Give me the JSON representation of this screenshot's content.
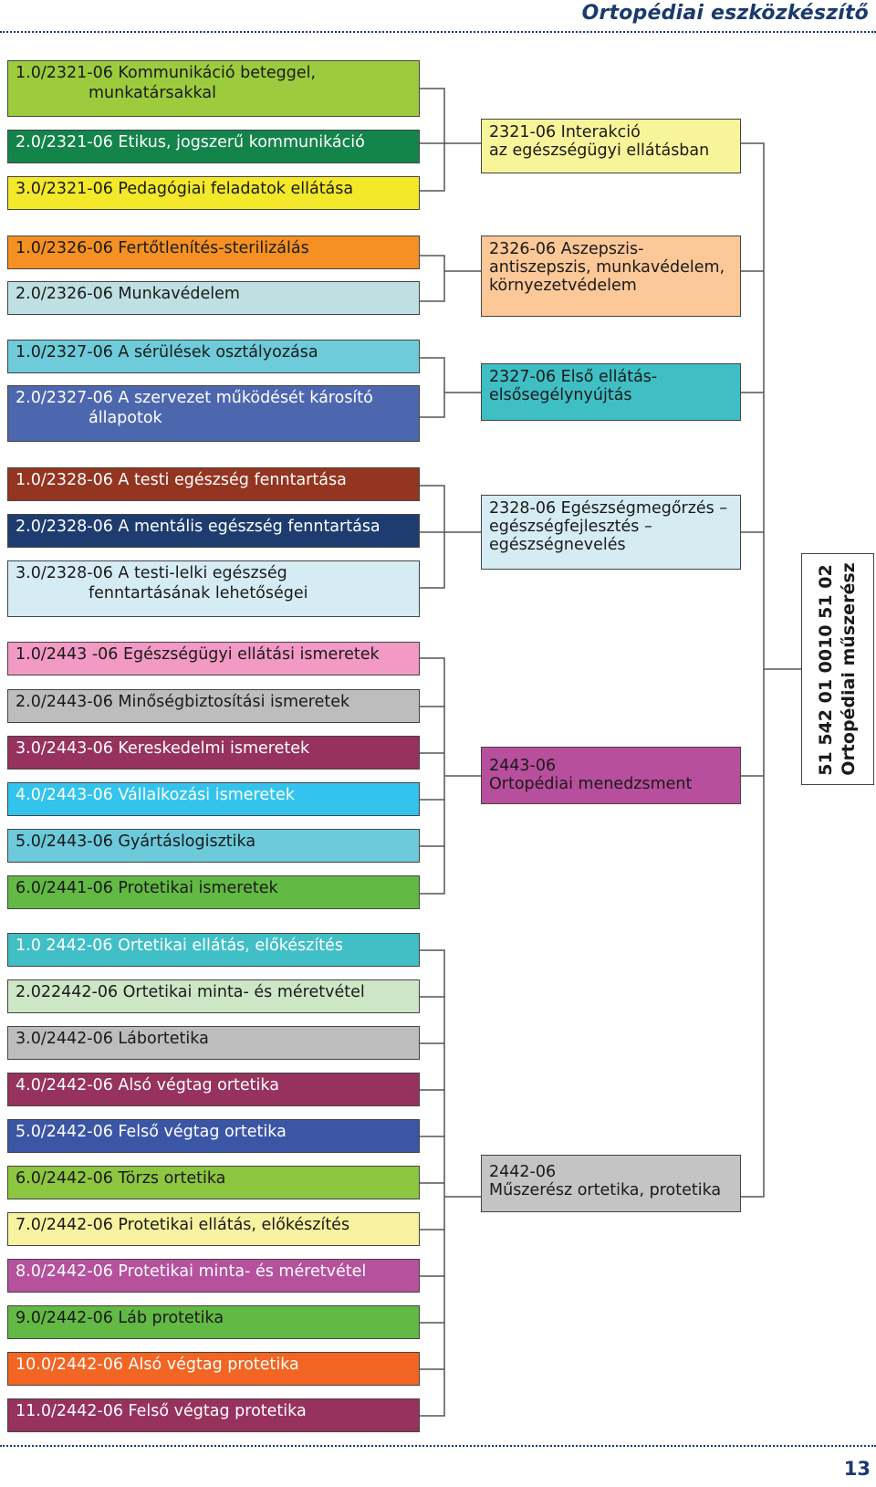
{
  "header": {
    "title": "Ortopédiai eszközkészítő"
  },
  "page_number": "13",
  "modules": [
    {
      "id": "m2321",
      "lines": [
        "2321-06 Interakció",
        "az egészségügyi ellátásban"
      ],
      "color": "#f8f49a"
    },
    {
      "id": "m2326",
      "lines": [
        "2326-06 Aszepszis-",
        "antiszepszis, munkavédelem,",
        "környezetvédelem"
      ],
      "color": "#fcc898"
    },
    {
      "id": "m2327",
      "lines": [
        "2327-06 Első ellátás-",
        "elsősegélynyújtás"
      ],
      "color": "#3fbfc4"
    },
    {
      "id": "m2328",
      "lines": [
        "2328-06 Egészségmegőrzés –",
        "egészségfejlesztés –",
        "egészségnevelés"
      ],
      "color": "#d5ecf3"
    },
    {
      "id": "m2443",
      "lines": [
        "2443-06",
        "Ortopédiai menedzsment"
      ],
      "color": "#b84f9c"
    },
    {
      "id": "m2442",
      "lines": [
        "2442-06",
        "Műszerész ortetika, protetika"
      ],
      "color": "#c4c4c4"
    }
  ],
  "qualification": {
    "lines": [
      "51 542 01 0010 51 02",
      "Ortopédiai műszerész"
    ]
  },
  "subjects": [
    {
      "line1": "1.0/2321-06 Kommunikáció beteggel,",
      "line2": "munkatársakkal",
      "color": "#9ccc3d",
      "text": "dark"
    },
    {
      "line1": "2.0/2321-06 Etikus, jogszerű kommunikáció",
      "color": "#13844a",
      "text": "light"
    },
    {
      "line1": "3.0/2321-06 Pedagógiai feladatok ellátása",
      "color": "#f3e829",
      "text": "dark"
    },
    {
      "line1": "1.0/2326-06 Fertőtlenítés-sterilizálás",
      "color": "#f59122",
      "text": "dark"
    },
    {
      "line1": "2.0/2326-06 Munkavédelem",
      "color": "#bfe0e2",
      "text": "dark"
    },
    {
      "line1": "1.0/2327-06 A sérülések osztályozása",
      "color": "#6ecbd9",
      "text": "dark"
    },
    {
      "line1": "2.0/2327-06 A szervezet működését károsító",
      "line2": "állapotok",
      "color": "#4d67af",
      "text": "light"
    },
    {
      "line1": "1.0/2328-06 A testi egészség fenntartása",
      "color": "#933520",
      "text": "light"
    },
    {
      "line1": "2.0/2328-06 A mentális egészség fenntartása",
      "color": "#1e3c6f",
      "text": "light"
    },
    {
      "line1": "3.0/2328-06 A testi-lelki egészség",
      "line2": "fenntartásának lehetőségei",
      "color": "#d6ecf4",
      "text": "dark"
    },
    {
      "line1": "1.0/2443 -06 Egészségügyi ellátási ismeretek",
      "color": "#f29ac4",
      "text": "dark"
    },
    {
      "line1": "2.0/2443-06 Minőségbiztosítási ismeretek",
      "color": "#bdbdbd",
      "text": "dark"
    },
    {
      "line1": "3.0/2443-06 Kereskedelmi ismeretek",
      "color": "#97325e",
      "text": "light"
    },
    {
      "line1": "4.0/2443-06 Vállalkozási ismeretek",
      "color": "#33c4ee",
      "text": "light"
    },
    {
      "line1": "5.0/2443-06 Gyártáslogisztika",
      "color": "#6ccadb",
      "text": "dark"
    },
    {
      "line1": "6.0/2441-06 Protetikai ismeretek",
      "color": "#62b944",
      "text": "dark"
    },
    {
      "line1": "1.0 2442-06 Ortetikai ellátás, előkészítés",
      "color": "#41bfc6",
      "text": "light"
    },
    {
      "line1": "2.022442-06 Ortetikai minta- és méretvétel",
      "color": "#cde6c6",
      "text": "dark"
    },
    {
      "line1": "3.0/2442-06 Lábortetika",
      "color": "#bdbdbd",
      "text": "dark"
    },
    {
      "line1": "4.0/2442-06 Alsó végtag ortetika",
      "color": "#97325e",
      "text": "light"
    },
    {
      "line1": "5.0/2442-06 Felső végtag ortetika",
      "color": "#3c56a6",
      "text": "light"
    },
    {
      "line1": "6.0/2442-06 Törzs ortetika",
      "color": "#8dc63f",
      "text": "dark"
    },
    {
      "line1": "7.0/2442-06 Protetikai ellátás, előkészítés",
      "color": "#f7f2a0",
      "text": "dark"
    },
    {
      "line1": "8.0/2442-06 Protetikai minta- és méretvétel",
      "color": "#b6519e",
      "text": "light"
    },
    {
      "line1": "9.0/2442-06 Láb protetika",
      "color": "#62b944",
      "text": "dark"
    },
    {
      "line1": "10.0/2442-06 Alsó végtag protetika",
      "color": "#f26522",
      "text": "light"
    },
    {
      "line1": "11.0/2442-06 Felső végtag protetika",
      "color": "#97325e",
      "text": "light"
    }
  ]
}
